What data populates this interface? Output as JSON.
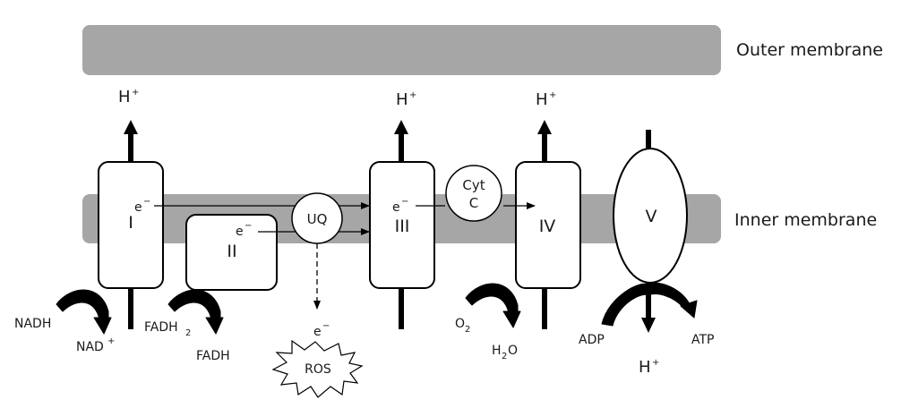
{
  "membranes": {
    "outer": "Outer membrane",
    "inner": "Inner membrane"
  },
  "complexes": {
    "c1": "I",
    "c2": "II",
    "c3": "III",
    "c4": "IV",
    "c5": "V"
  },
  "carriers": {
    "uq": "UQ",
    "cyt_line1": "Cyt",
    "cyt_line2": "C"
  },
  "electron": {
    "e": "e",
    "minus": "−"
  },
  "proton": {
    "h": "H",
    "plus": "+"
  },
  "substrates": {
    "nadh": "NADH",
    "nad": "NAD",
    "nad_plus": "+",
    "fadh2_base": "FADH",
    "fadh2_sub": "2",
    "fadh": "FADH",
    "o_base": "O",
    "o_sub": "2",
    "h2o_h": "H",
    "h2o_sub": "2",
    "h2o_o": "O",
    "adp": "ADP",
    "atp": "ATP"
  },
  "ros": "ROS"
}
